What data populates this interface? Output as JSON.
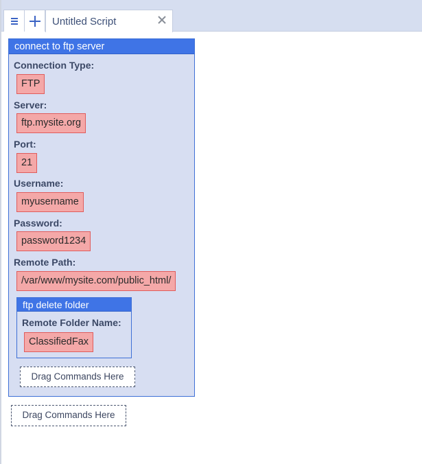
{
  "tabbar": {
    "menu_icon": "hamburger-menu-icon",
    "add_icon": "plus-icon",
    "tab_title": "Untitled Script",
    "close_icon": "close-icon"
  },
  "commands": {
    "connect": {
      "title": "connect to ftp server",
      "fields": [
        {
          "label": "Connection Type:",
          "value": "FTP"
        },
        {
          "label": "Server:",
          "value": "ftp.mysite.org"
        },
        {
          "label": "Port:",
          "value": "21"
        },
        {
          "label": "Username:",
          "value": "myusername"
        },
        {
          "label": "Password:",
          "value": "password1234"
        },
        {
          "label": "Remote Path:",
          "value": "/var/www/mysite.com/public_html/"
        }
      ],
      "nested": {
        "title": "ftp delete folder",
        "fields": [
          {
            "label": "Remote Folder Name:",
            "value": "ClassifiedFax"
          }
        ]
      },
      "inner_drop_label": "Drag Commands Here"
    },
    "outer_drop_label": "Drag Commands Here"
  },
  "colors": {
    "tabbar_bg": "#d6def0",
    "command_header": "#3f74e6",
    "command_body": "#d7def2",
    "value_fill": "#f4a8a8",
    "value_border": "#e05b5b"
  }
}
